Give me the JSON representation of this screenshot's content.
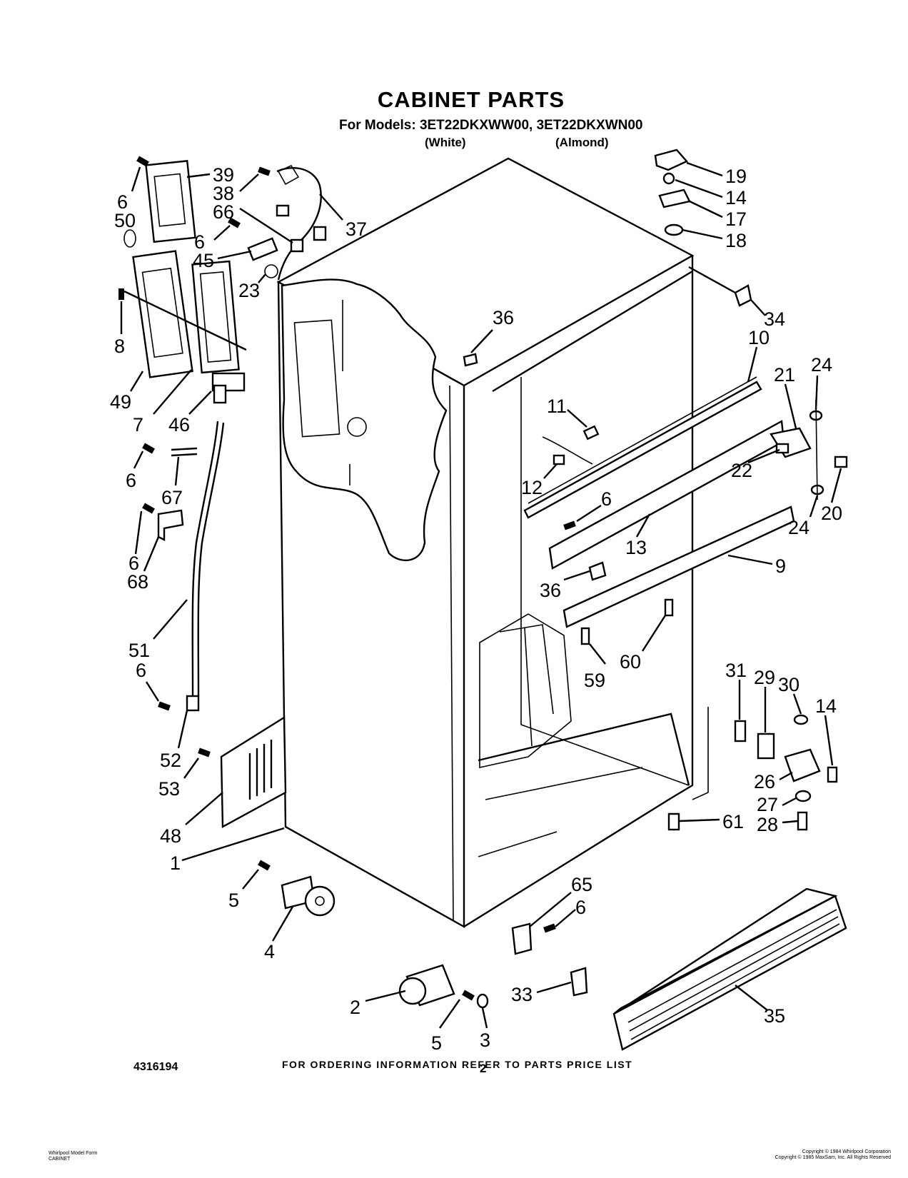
{
  "header": {
    "title": "CABINET PARTS",
    "models_line": "For Models: 3ET22DKXWW00, 3ET22DKXWN00",
    "color_white": "(White)",
    "color_almond": "(Almond)"
  },
  "footer": {
    "ordering_note": "FOR ORDERING INFORMATION REFER TO PARTS PRICE LIST",
    "document_number": "4316194",
    "page_number": "2",
    "fine_print_left": [
      "Whirlpool Model Form",
      "CABINET"
    ],
    "fine_print_right": [
      "Copyright © 1984 Whirlpool Corporation",
      "Copyright © 1985 MaxSam, Inc. All Rights Reserved"
    ]
  },
  "callouts": [
    {
      "id": "c1",
      "label": "6"
    },
    {
      "id": "c2",
      "label": "39"
    },
    {
      "id": "c3",
      "label": "38"
    },
    {
      "id": "c4",
      "label": "66"
    },
    {
      "id": "c5",
      "label": "37"
    },
    {
      "id": "c6",
      "label": "50"
    },
    {
      "id": "c7",
      "label": "6"
    },
    {
      "id": "c8",
      "label": "45"
    },
    {
      "id": "c9",
      "label": "23"
    },
    {
      "id": "c10",
      "label": "8"
    },
    {
      "id": "c11",
      "label": "49"
    },
    {
      "id": "c12",
      "label": "7"
    },
    {
      "id": "c13",
      "label": "46"
    },
    {
      "id": "c14",
      "label": "6"
    },
    {
      "id": "c15",
      "label": "67"
    },
    {
      "id": "c16",
      "label": "6"
    },
    {
      "id": "c17",
      "label": "68"
    },
    {
      "id": "c18",
      "label": "51"
    },
    {
      "id": "c19",
      "label": "6"
    },
    {
      "id": "c20",
      "label": "52"
    },
    {
      "id": "c21",
      "label": "53"
    },
    {
      "id": "c22",
      "label": "48"
    },
    {
      "id": "c23",
      "label": "1"
    },
    {
      "id": "c24",
      "label": "5"
    },
    {
      "id": "c25",
      "label": "4"
    },
    {
      "id": "c26",
      "label": "2"
    },
    {
      "id": "c27",
      "label": "5"
    },
    {
      "id": "c28",
      "label": "3"
    },
    {
      "id": "c29",
      "label": "19"
    },
    {
      "id": "c30",
      "label": "14"
    },
    {
      "id": "c31",
      "label": "17"
    },
    {
      "id": "c32",
      "label": "18"
    },
    {
      "id": "c33",
      "label": "34"
    },
    {
      "id": "c34",
      "label": "36"
    },
    {
      "id": "c35",
      "label": "10"
    },
    {
      "id": "c36",
      "label": "24"
    },
    {
      "id": "c37",
      "label": "21"
    },
    {
      "id": "c38",
      "label": "11"
    },
    {
      "id": "c39",
      "label": "22"
    },
    {
      "id": "c40",
      "label": "12"
    },
    {
      "id": "c41",
      "label": "6"
    },
    {
      "id": "c42",
      "label": "20"
    },
    {
      "id": "c43",
      "label": "24"
    },
    {
      "id": "c44",
      "label": "13"
    },
    {
      "id": "c45",
      "label": "9"
    },
    {
      "id": "c46",
      "label": "36"
    },
    {
      "id": "c47",
      "label": "60"
    },
    {
      "id": "c48",
      "label": "59"
    },
    {
      "id": "c49",
      "label": "31"
    },
    {
      "id": "c50",
      "label": "29"
    },
    {
      "id": "c51",
      "label": "30"
    },
    {
      "id": "c52",
      "label": "14"
    },
    {
      "id": "c53",
      "label": "26"
    },
    {
      "id": "c54",
      "label": "27"
    },
    {
      "id": "c55",
      "label": "28"
    },
    {
      "id": "c56",
      "label": "61"
    },
    {
      "id": "c57",
      "label": "65"
    },
    {
      "id": "c58",
      "label": "6"
    },
    {
      "id": "c59",
      "label": "33"
    },
    {
      "id": "c60",
      "label": "35"
    }
  ]
}
